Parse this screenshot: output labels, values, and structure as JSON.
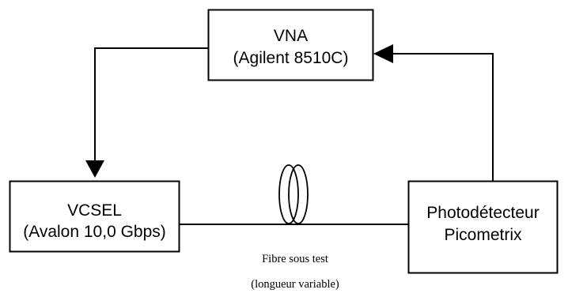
{
  "diagram": {
    "nodes": {
      "vna": {
        "line1": "VNA",
        "line2": "(Agilent 8510C)"
      },
      "vcsel": {
        "line1": "VCSEL",
        "line2": "(Avalon 10,0 Gbps)"
      },
      "photodetector": {
        "line1": "Photodétecteur",
        "line2": "Picometrix"
      }
    },
    "fiber": {
      "caption_line1": "Fibre sous test",
      "caption_line2": "(longueur variable)"
    },
    "edges": [
      {
        "from": "vna",
        "to": "vcsel",
        "arrow": true
      },
      {
        "from": "photodetector",
        "to": "vna",
        "arrow": true
      },
      {
        "from": "vcsel",
        "to": "photodetector",
        "arrow": false,
        "label": "fiber"
      }
    ],
    "colors": {
      "stroke": "#000000",
      "background": "#ffffff"
    }
  }
}
